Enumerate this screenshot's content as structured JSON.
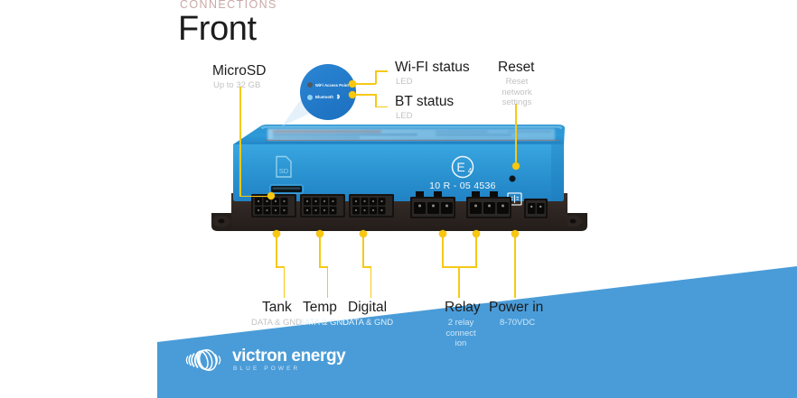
{
  "header": {
    "eyebrow": "CONNECTIONS",
    "title": "Front"
  },
  "callouts": [
    {
      "id": "microsd",
      "title": "MicroSD",
      "subtitle": "Up to 32 GB"
    },
    {
      "id": "wifi",
      "title": "Wi-FI status",
      "subtitle": "LED"
    },
    {
      "id": "bt",
      "title": "BT status",
      "subtitle": "LED"
    },
    {
      "id": "reset",
      "title": "Reset",
      "subtitle": "Reset\nnetwork\nsettings"
    },
    {
      "id": "tank",
      "title": "Tank",
      "subtitle": "DATA & GND"
    },
    {
      "id": "temp",
      "title": "Temp",
      "subtitle": "DATA & GND"
    },
    {
      "id": "digital",
      "title": "Digital",
      "subtitle": "DATA & GND"
    },
    {
      "id": "relay",
      "title": "Relay",
      "subtitle": "2 relay\nconnect\nion"
    },
    {
      "id": "power_in",
      "title": "Power in",
      "subtitle": "8-70VDC"
    }
  ],
  "magnifier": {
    "wifi_label": "WiFi Access Point",
    "bt_label": "Bluetooth",
    "wifi_led_color": "#555a5e",
    "bt_led_color": "#8fd0f2"
  },
  "device": {
    "cert_mark": "E4",
    "cert_number": "10 R - 05 4536",
    "sd_icon_label": "SD",
    "shell_color": "#2f9bd8",
    "shell_dark": "#1b6fae",
    "base_color": "#2b2320"
  },
  "branding": {
    "name": "victron energy",
    "tagline": "BLUE POWER",
    "banner_color": "#4a9cd8"
  },
  "accent": {
    "leader": "#f6c915",
    "dot": "#f9c80e",
    "eyebrow": "#c9a9a6",
    "subtitle": "#c2c2c4"
  }
}
